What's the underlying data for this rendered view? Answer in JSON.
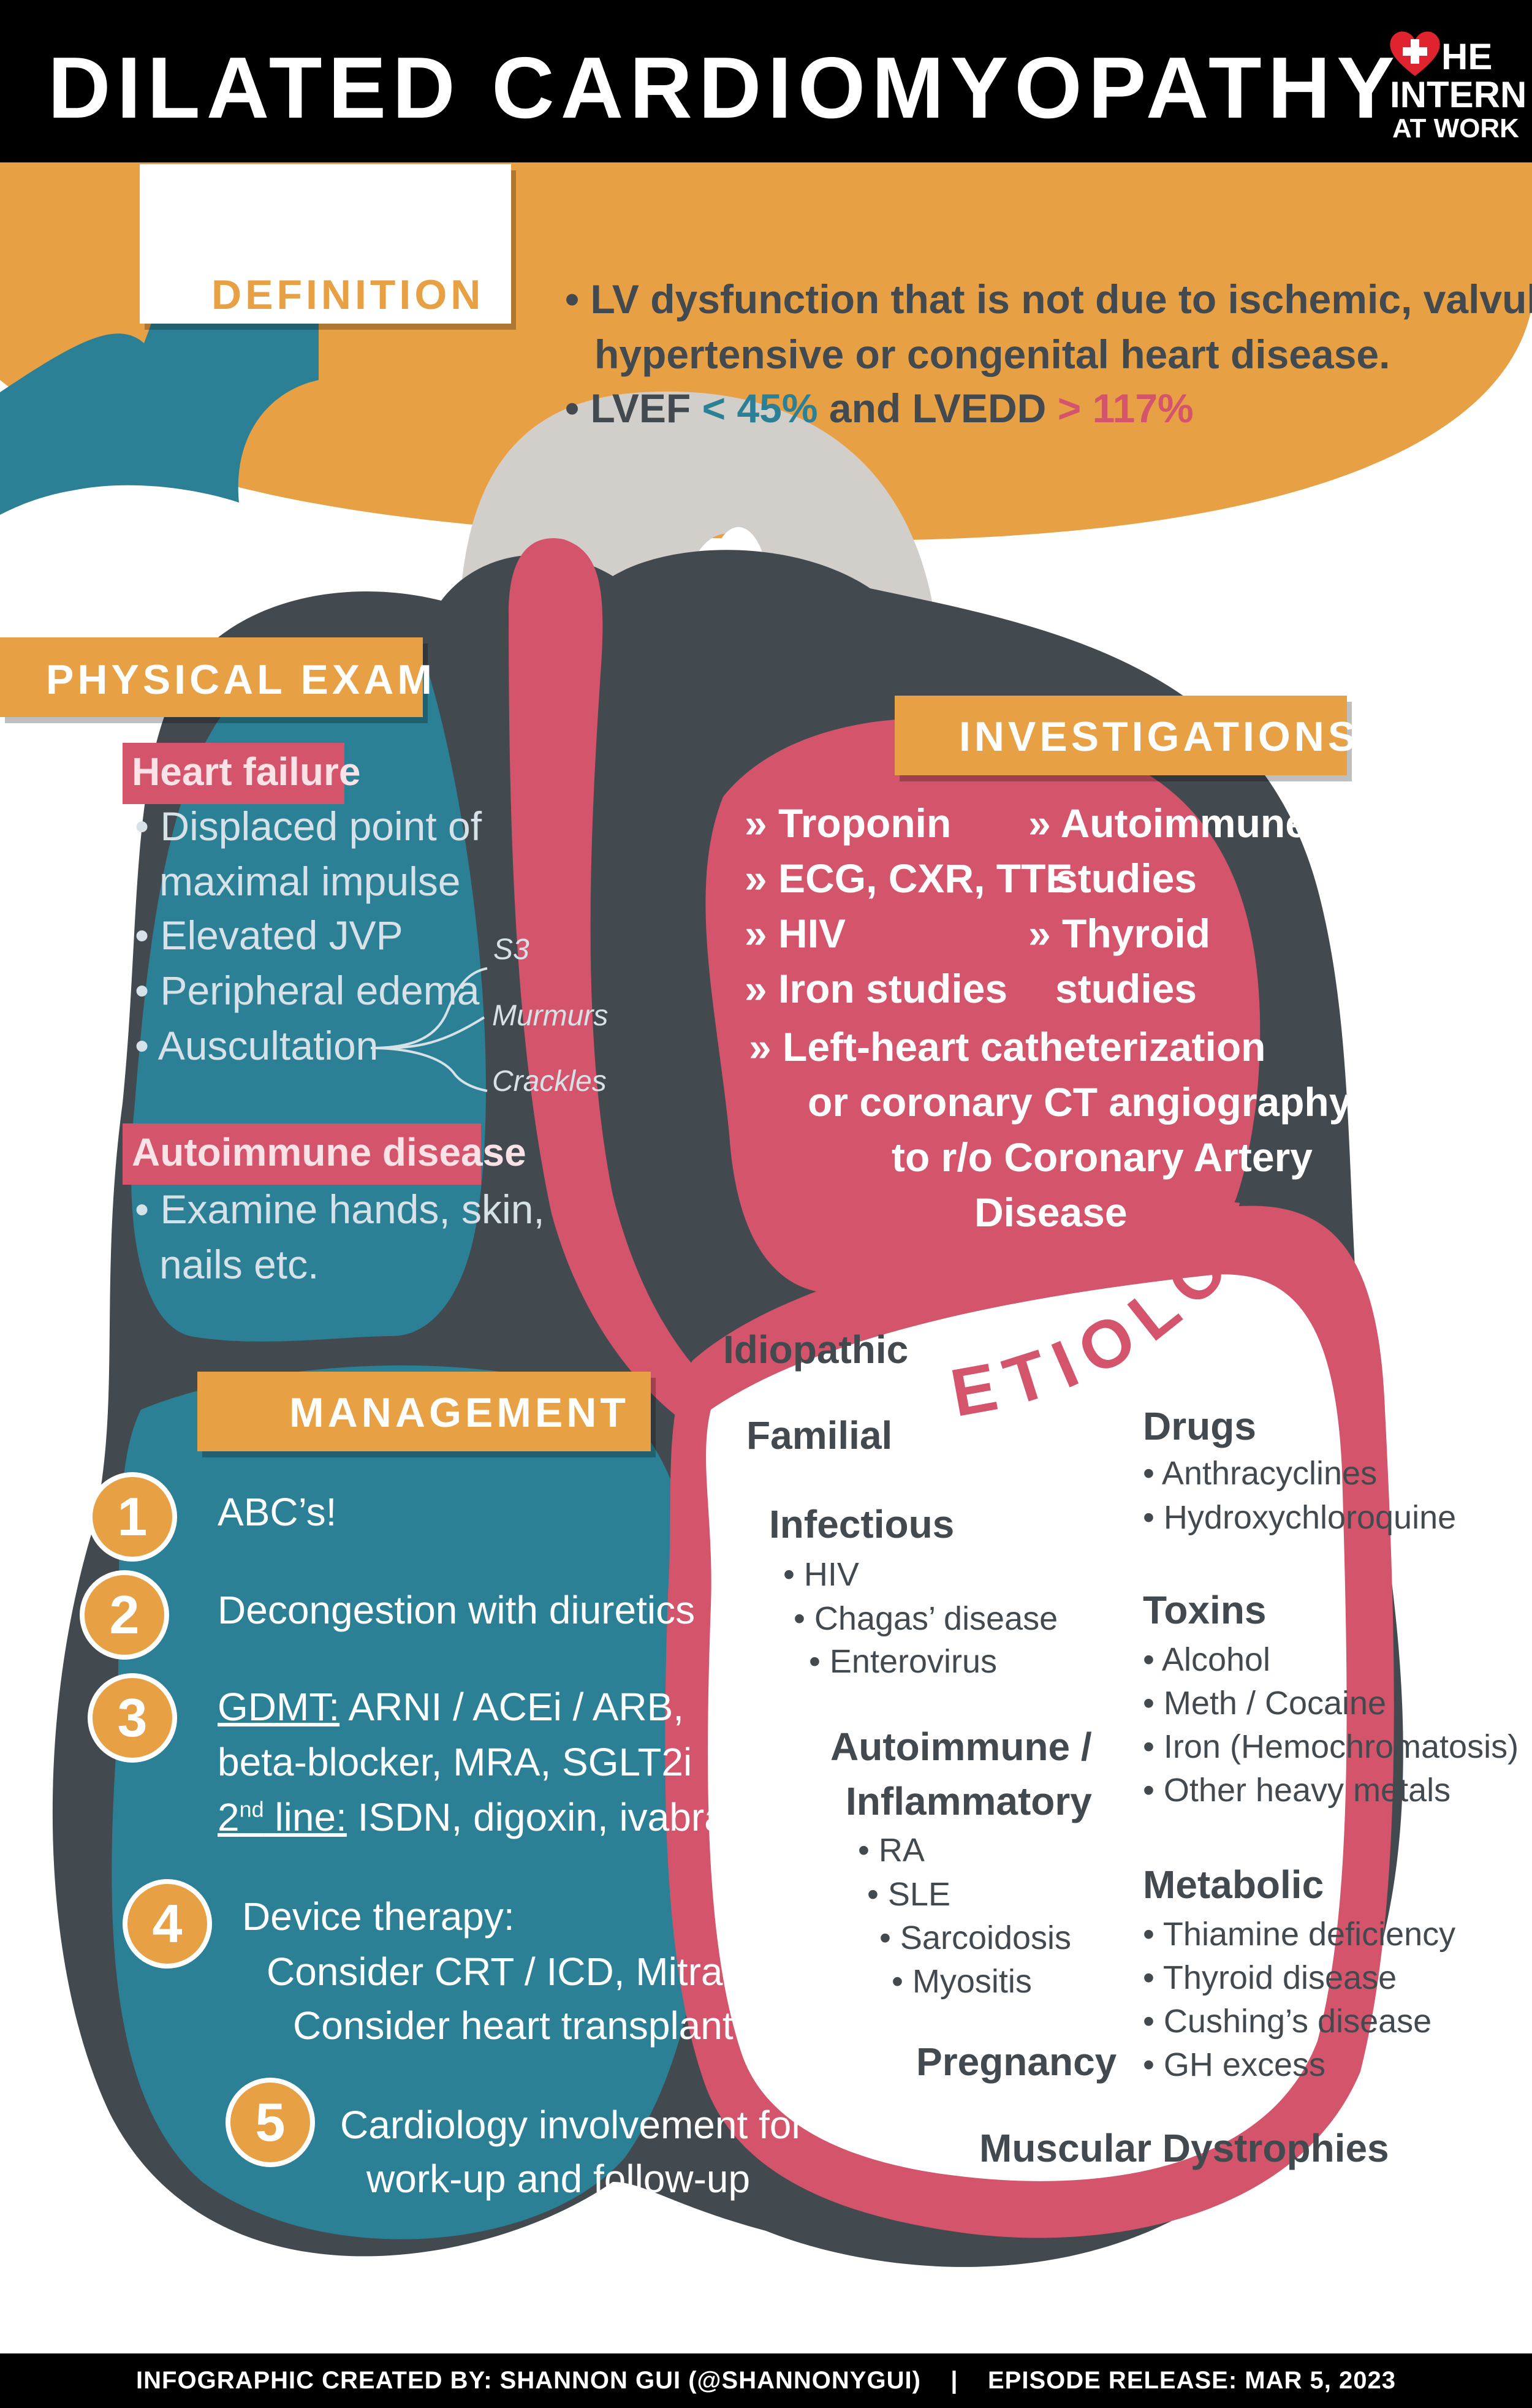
{
  "colors": {
    "black": "#000000",
    "orange": "#e8a045",
    "teal": "#2c8095",
    "dark_gray": "#434a4f",
    "pink": "#d4556b",
    "light_gray": "#d2cfcb",
    "white": "#ffffff"
  },
  "header": {
    "title": "DILATED CARDIOMYOPATHY",
    "logo": {
      "line1": "HE",
      "line2": "INTERN",
      "line3": "AT WORK",
      "icon": "heart-plus-icon"
    }
  },
  "definition": {
    "label": "DEFINITION",
    "line1": "• LV dysfunction that is not due to ischemic, valvular,",
    "line2": "hypertensive or congenital heart disease.",
    "lvef_prefix": "• LVEF ",
    "lvef_value": "< 45%",
    "and_text": " and LVEDD ",
    "lvedd_value": "> 117%"
  },
  "physical_exam": {
    "label": "PHYSICAL EXAM",
    "hf_tag": "Heart failure",
    "hf_items": [
      "• Displaced point of",
      "maximal impulse",
      "• Elevated JVP",
      "• Peripheral edema",
      "• Auscultation"
    ],
    "auscultation": [
      "S3",
      "Murmurs",
      "Crackles"
    ],
    "ai_tag": "Autoimmune disease",
    "ai_items": [
      "• Examine hands, skin,",
      "nails etc."
    ]
  },
  "investigations": {
    "label": "INVESTIGATIONS",
    "left": [
      "» Troponin",
      "» ECG, CXR, TTE",
      "» HIV",
      "» Iron studies"
    ],
    "right": [
      "» Autoimmune",
      "studies",
      "» Thyroid",
      "studies"
    ],
    "bottom": [
      "» Left-heart catheterization",
      "or coronary CT angiography",
      "to r/o Coronary Artery",
      "Disease"
    ]
  },
  "management": {
    "label": "MANAGEMENT",
    "numbers": [
      "1",
      "2",
      "3",
      "4",
      "5"
    ],
    "step1": "ABC’s!",
    "step2": "Decongestion with diuretics",
    "step3_gdmt": "GDMT:",
    "step3_line1": " ARNI / ACEi / ARB,",
    "step3_line2": "beta-blocker, MRA, SGLT2i",
    "step3_2nd": "2",
    "step3_nd": "nd",
    "step3_line": " line:",
    "step3_line3": " ISDN, digoxin, ivabradine",
    "step4": [
      "Device therapy:",
      "Consider CRT / ICD, MitraClip",
      "Consider heart transplant"
    ],
    "step5": [
      "Cardiology involvement for",
      "work-up and follow-up"
    ]
  },
  "etiology": {
    "label": "ETIOLOGY",
    "idiopathic": "Idiopathic",
    "familial": "Familial",
    "infectious": "Infectious",
    "infectious_items": [
      "• HIV",
      "• Chagas’ disease",
      "• Enterovirus"
    ],
    "autoimmune_1": "Autoimmune /",
    "autoimmune_2": "Inflammatory",
    "autoimmune_items": [
      "• RA",
      "• SLE",
      "• Sarcoidosis",
      "• Myositis"
    ],
    "pregnancy": "Pregnancy",
    "muscular": "Muscular Dystrophies",
    "drugs": "Drugs",
    "drugs_items": [
      "• Anthracyclines",
      "• Hydroxychloroquine"
    ],
    "toxins": "Toxins",
    "toxins_items": [
      "• Alcohol",
      "• Meth / Cocaine",
      "• Iron (Hemochromatosis)",
      "• Other heavy metals"
    ],
    "metabolic": "Metabolic",
    "metabolic_items": [
      "• Thiamine deficiency",
      "• Thyroid disease",
      "• Cushing’s disease",
      "• GH excess"
    ]
  },
  "footer": {
    "text": "INFOGRAPHIC CREATED BY: SHANNON GUI (@SHANNONYGUI)    |    EPISODE RELEASE: MAR 5, 2023"
  }
}
